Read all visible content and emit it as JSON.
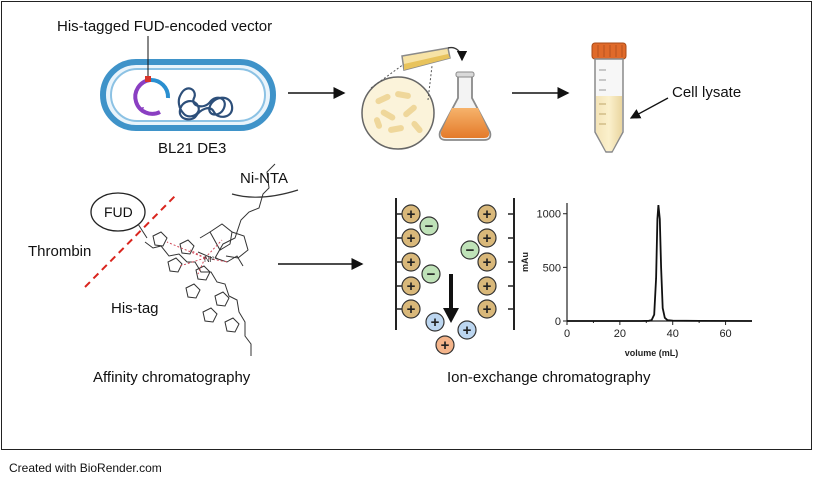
{
  "labels": {
    "vector": "His-tagged FUD-encoded vector",
    "strain": "BL21 DE3",
    "cell_lysate": "Cell lysate",
    "ni_nta": "Ni-NTA",
    "fud": "FUD",
    "thrombin": "Thrombin",
    "his_tag": "His-tag",
    "affinity": "Affinity chromatography",
    "ion_exchange": "Ion-exchange chromatography"
  },
  "footer": "Created with BioRender.com",
  "charge": {
    "plus": "+",
    "minus": "−"
  },
  "colors": {
    "membrane": "#3f93c9",
    "plasmid_purple": "#8a3fc2",
    "plasmid_blue": "#2a8fd0",
    "tag_red": "#d8342a",
    "bead_gold": "#d9b87a",
    "minus_green": "#bfe2b8",
    "plus_blue": "#bcd6f0",
    "plus_orange": "#f4b48a",
    "culture_orange": "#f29a45",
    "tube_cap": "#e06a2a",
    "thrombin_line": "#d9251e"
  },
  "chart_data": {
    "type": "line",
    "xlabel": "volume (mL)",
    "ylabel": "mAu",
    "xlim": [
      0,
      70
    ],
    "ylim": [
      0,
      1100
    ],
    "x_ticks": [
      0,
      20,
      40,
      60
    ],
    "y_ticks": [
      0,
      500,
      1000
    ],
    "grid": false,
    "series": [
      {
        "points": [
          [
            0,
            0
          ],
          [
            10,
            0
          ],
          [
            20,
            0
          ],
          [
            28,
            0
          ],
          [
            31,
            2
          ],
          [
            32,
            8
          ],
          [
            33,
            60
          ],
          [
            33.7,
            400
          ],
          [
            34.2,
            950
          ],
          [
            34.6,
            1080
          ],
          [
            35.1,
            950
          ],
          [
            35.6,
            500
          ],
          [
            36.2,
            120
          ],
          [
            37,
            30
          ],
          [
            38,
            8
          ],
          [
            40,
            3
          ],
          [
            50,
            1
          ],
          [
            70,
            0
          ]
        ]
      }
    ]
  }
}
